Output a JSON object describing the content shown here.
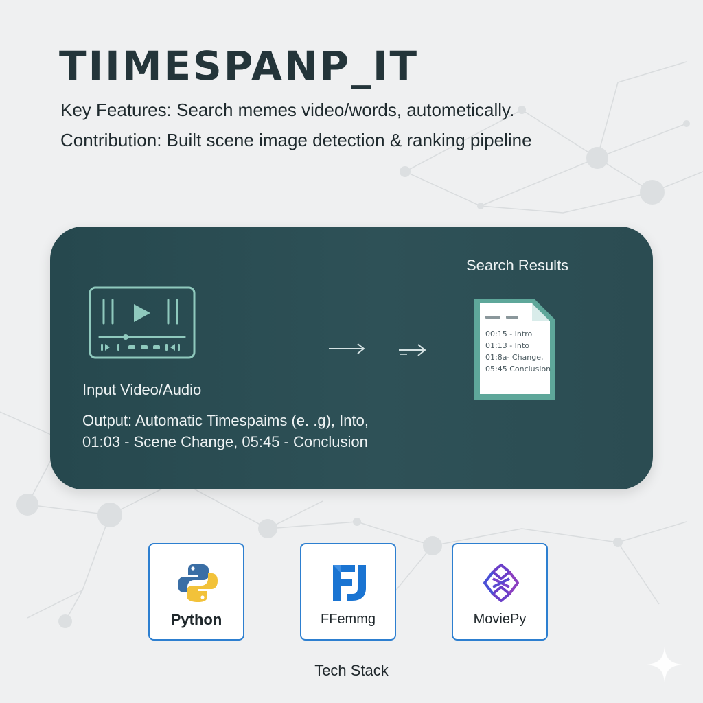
{
  "title": "TIIMESPANP_IT",
  "features_line": "Key Features: Search memes video/words, autometically.",
  "contribution_line": "Contribution: Built scene image detection & ranking pipeline",
  "panel": {
    "input_label": "Input Video/Audio",
    "output_line_1": "Output: Automatic Timespaims (e. .g), Into,",
    "output_line_2": "01:03 - Scene Change, 05:45 - Conclusion",
    "results_title": "Search Results",
    "results_lines": [
      "00:15 - Intro",
      "01:13 - Into",
      "01:8a- Change,",
      "05:45 Conclusion"
    ]
  },
  "tech_stack": {
    "caption": "Tech Stack",
    "items": [
      {
        "name": "Python",
        "icon": "python-logo"
      },
      {
        "name": "FFemmg",
        "icon": "ffmpeg-logo"
      },
      {
        "name": "MoviePy",
        "icon": "moviepy-logo"
      }
    ]
  },
  "colors": {
    "panel": "#2b4c52",
    "accent": "#7fc3b8",
    "card_border": "#2d7fd0",
    "python_blue": "#3a6ea5",
    "python_yellow": "#f2c23a",
    "ffmpeg_blue": "#1a74d2",
    "moviepy_purple": "#6b3fc8"
  }
}
